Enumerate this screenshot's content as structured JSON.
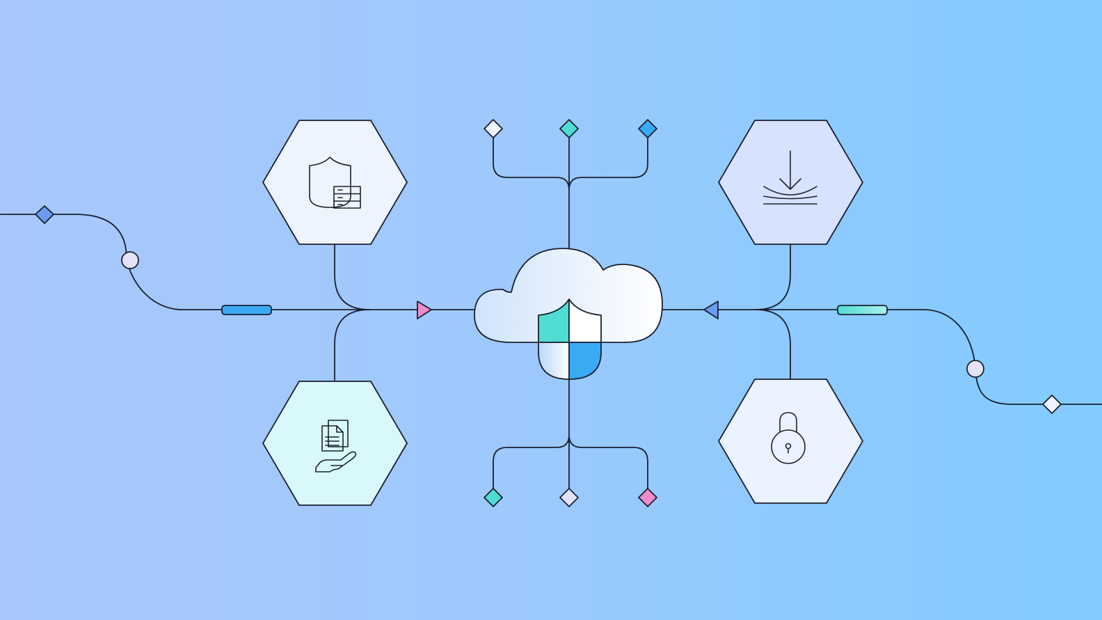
{
  "diagram": {
    "colors": {
      "background_left": "#a8c8fc",
      "background_right": "#82cbff",
      "line": "#1a1f2e",
      "teal": "#4fdcd2",
      "blue": "#3aaaf5",
      "pink": "#f08ac8",
      "lavender": "#e3e2f7",
      "hex_light": "#eef4ff",
      "hex_lavender": "#d6e2ff",
      "hex_mint": "#d9f8fb"
    },
    "nodes": [
      {
        "id": "security-server",
        "icon": "shield-server-icon",
        "fill": "#eef4ff"
      },
      {
        "id": "document-sharing",
        "icon": "document-hand-icon",
        "fill": "#d9f8fb"
      },
      {
        "id": "download",
        "icon": "download-tray-icon",
        "fill": "#d6e2ff"
      },
      {
        "id": "lock",
        "icon": "padlock-icon",
        "fill": "#eaf3ff"
      }
    ],
    "center": {
      "icon": "cloud-shield-icon"
    },
    "top_terminals": [
      "#eef4ff",
      "#4fdcd2",
      "#3aaaf5"
    ],
    "bottom_terminals": [
      "#4fdcd2",
      "#e3e2f7",
      "#f08ac8"
    ],
    "arrows": {
      "left": "#f08ac8",
      "right": "#6b9cf2"
    }
  }
}
